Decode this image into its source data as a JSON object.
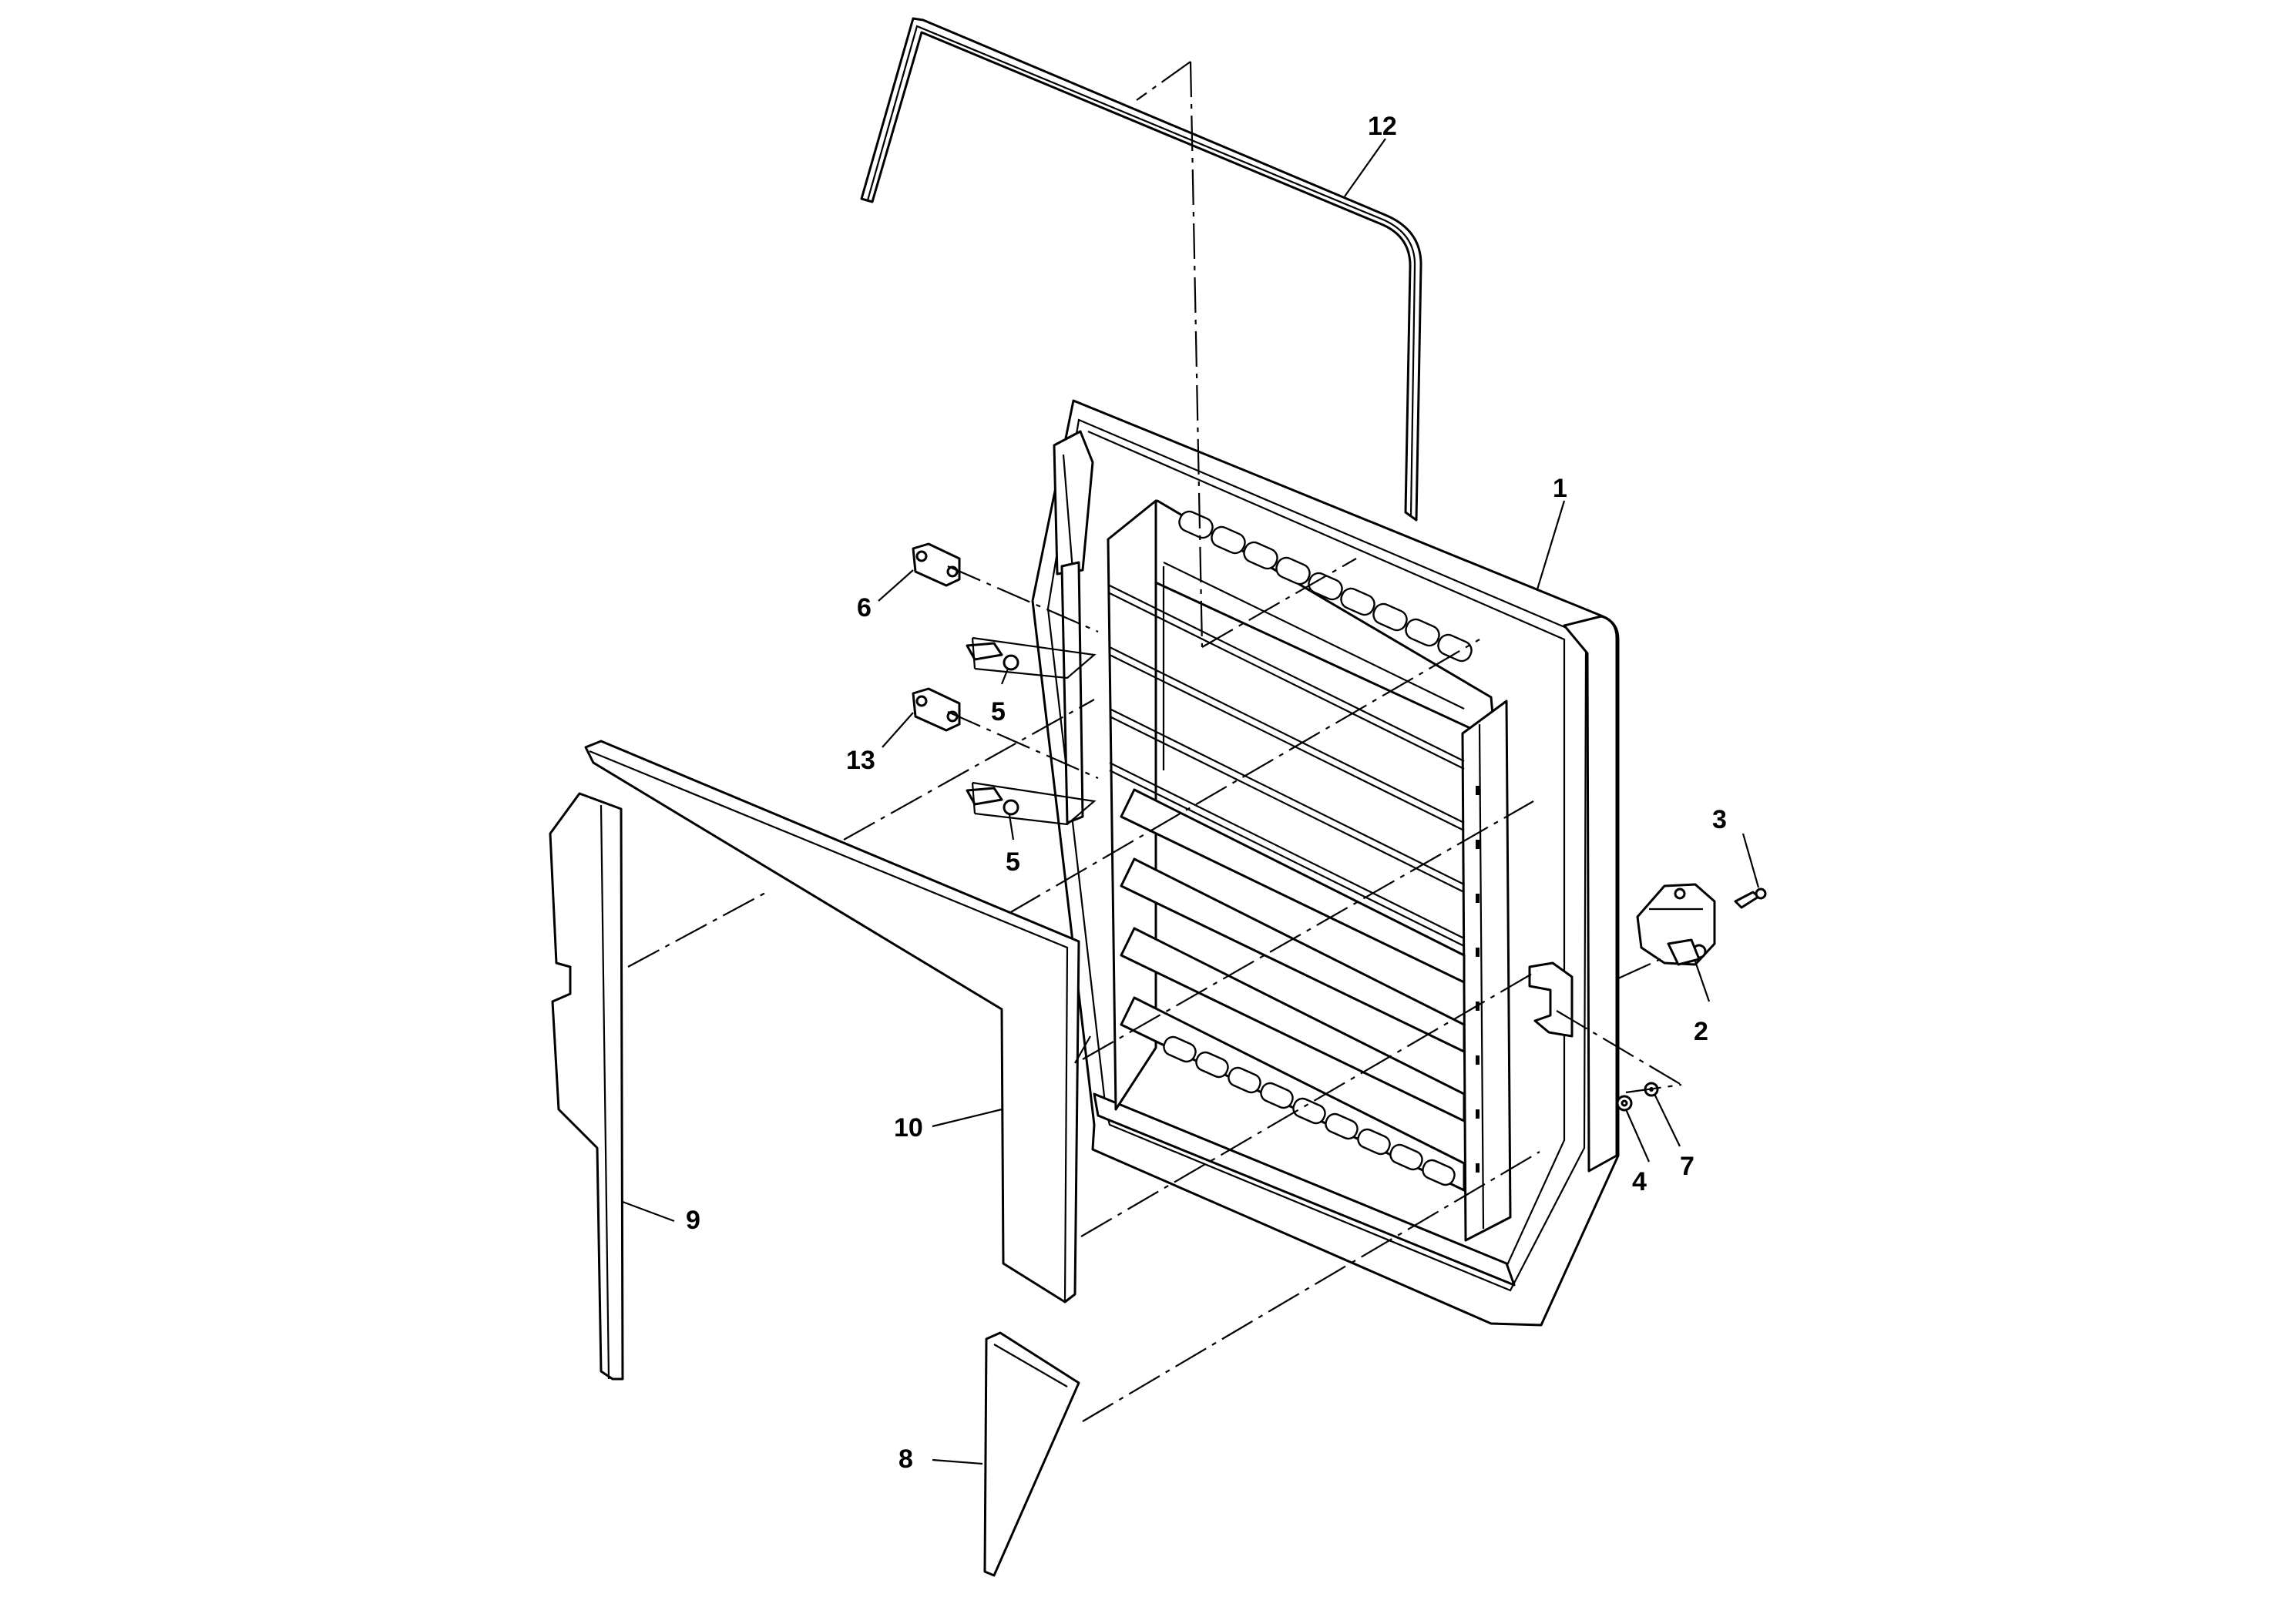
{
  "callouts": [
    {
      "id": "1",
      "label": "1"
    },
    {
      "id": "2",
      "label": "2"
    },
    {
      "id": "3",
      "label": "3"
    },
    {
      "id": "4",
      "label": "4"
    },
    {
      "id": "5a",
      "label": "5"
    },
    {
      "id": "5b",
      "label": "5"
    },
    {
      "id": "6",
      "label": "6"
    },
    {
      "id": "7",
      "label": "7"
    },
    {
      "id": "8",
      "label": "8"
    },
    {
      "id": "9",
      "label": "9"
    },
    {
      "id": "10",
      "label": "10"
    },
    {
      "id": "12",
      "label": "12"
    },
    {
      "id": "13",
      "label": "13"
    }
  ]
}
